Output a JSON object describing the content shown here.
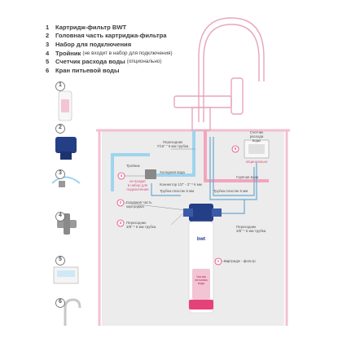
{
  "legend": [
    {
      "num": "1",
      "text": "Картридж-фильтр BWT",
      "note": ""
    },
    {
      "num": "2",
      "text": "Головная часть картриджа-фильтра",
      "note": ""
    },
    {
      "num": "3",
      "text": "Набор для подключения",
      "note": ""
    },
    {
      "num": "4",
      "text": "Тройник",
      "note": "(не входит в набор для подключения)"
    },
    {
      "num": "5",
      "text": "Счетчик расхода воды",
      "note": "(опционально)"
    },
    {
      "num": "6",
      "text": "Кран питьевой воды",
      "note": ""
    }
  ],
  "side_numbers": [
    "1",
    "2",
    "3",
    "4",
    "5",
    "6"
  ],
  "diagram": {
    "adapter_top": "Переходник\n7/16\" \" 6 мм трубка",
    "meter_label": "Счетчик\nрасхода\nводы",
    "optional": "опционально",
    "tee": "Тройник",
    "tee_note": "не входит\nв набор для\nподключения",
    "cold_water": "Холодная вода",
    "hot_water": "Горячая вода",
    "connector": "Коннектор 1/2\" - 2\" * 6 мм",
    "tube_1": "Трубка пластик 6 мм",
    "tube_2": "Трубка пластик 6 мм",
    "head_label": "Головная часть\nкартриджа",
    "adapter_left": "Переходник\n3/8\" * 6 мм трубка",
    "adapter_right": "Переходник\n3/8\" * 6 мм трубка",
    "cartridge_label": "Картридж - фильтр",
    "num_1": "1",
    "num_2": "2",
    "num_3": "3",
    "num_4": "4",
    "num_5": "5",
    "bwt_brand": "bwt",
    "cartridge_text": "Чистая\nпитьевая\nвода"
  },
  "colors": {
    "pink": "#e5427a",
    "light_pink": "#f6d2dd",
    "blue_pipe": "#9fd4ee",
    "pink_pipe": "#f4a4bd",
    "navy": "#243f86",
    "grey_bg": "#ececec"
  }
}
